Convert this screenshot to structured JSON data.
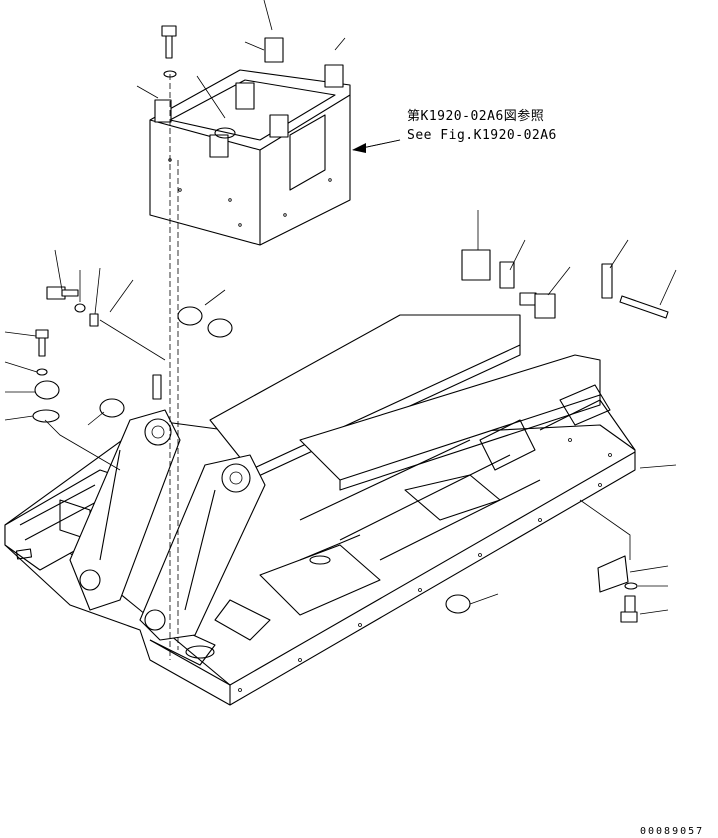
{
  "reference_note": {
    "line_jp": "第K1920-02A6図参照",
    "line_en": "See Fig.K1920-02A6"
  },
  "document_number": "00089057"
}
